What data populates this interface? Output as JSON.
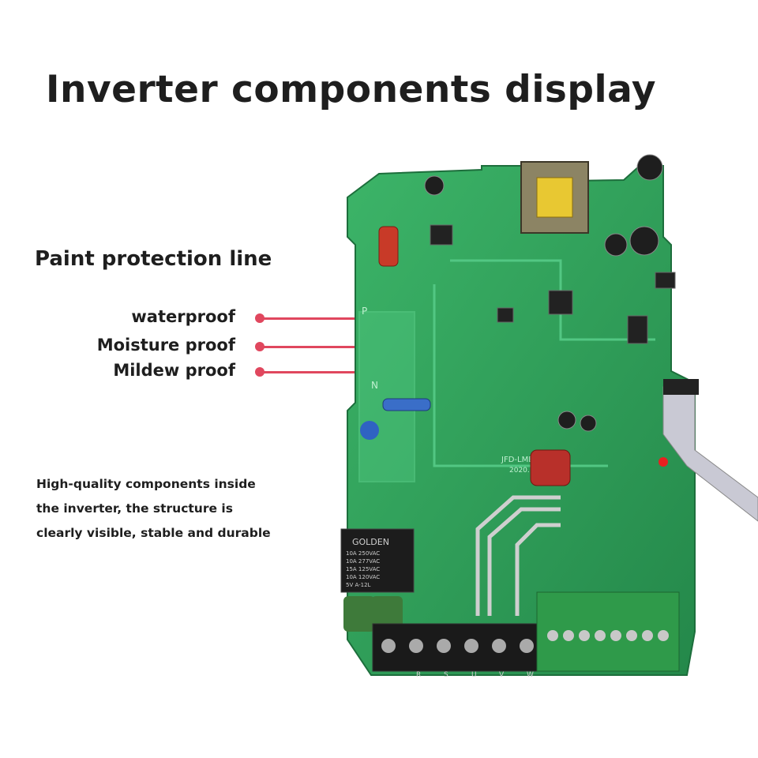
{
  "title": "Inverter components display",
  "subtitle": "Paint protection line",
  "features": [
    {
      "label": "waterproof"
    },
    {
      "label": "Moisture proof"
    },
    {
      "label": "Mildew proof"
    }
  ],
  "description_lines": [
    "High-quality components inside",
    "the inverter, the structure is",
    "clearly visible, stable and durable"
  ],
  "board": {
    "relay_text": [
      "GOLDEN",
      "10A 250VAC",
      "10A 277VAC",
      "15A 125VAC",
      "10A 120VAC",
      "5V  A-12L"
    ],
    "board_marking": "JFD-LMB00",
    "board_year": "2020.",
    "pad_p": "P",
    "pad_n": "N",
    "terminal_labels": [
      "R",
      "S",
      "U",
      "V",
      "W"
    ]
  },
  "colors": {
    "accent": "#e0475e",
    "pcb": "#2fa05a",
    "text": "#1e1e1e"
  }
}
